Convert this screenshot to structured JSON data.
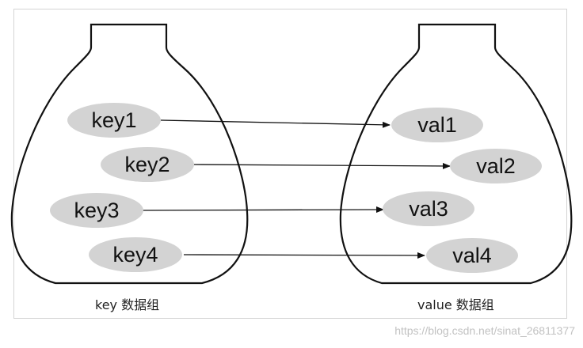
{
  "left_group": {
    "caption": "key 数据组",
    "items": [
      "key1",
      "key2",
      "key3",
      "key4"
    ]
  },
  "right_group": {
    "caption": "value 数据组",
    "items": [
      "val1",
      "val2",
      "val3",
      "val4"
    ]
  },
  "mappings": [
    {
      "from": "key1",
      "to": "val1"
    },
    {
      "from": "key2",
      "to": "val2"
    },
    {
      "from": "key3",
      "to": "val3"
    },
    {
      "from": "key4",
      "to": "val4"
    }
  ],
  "watermark": "https://blog.csdn.net/sinat_26811377",
  "colors": {
    "ellipse_fill": "#d3d3d3",
    "line": "#111111",
    "frame_border": "#d4d4d4",
    "watermark": "#c2c2c2"
  }
}
